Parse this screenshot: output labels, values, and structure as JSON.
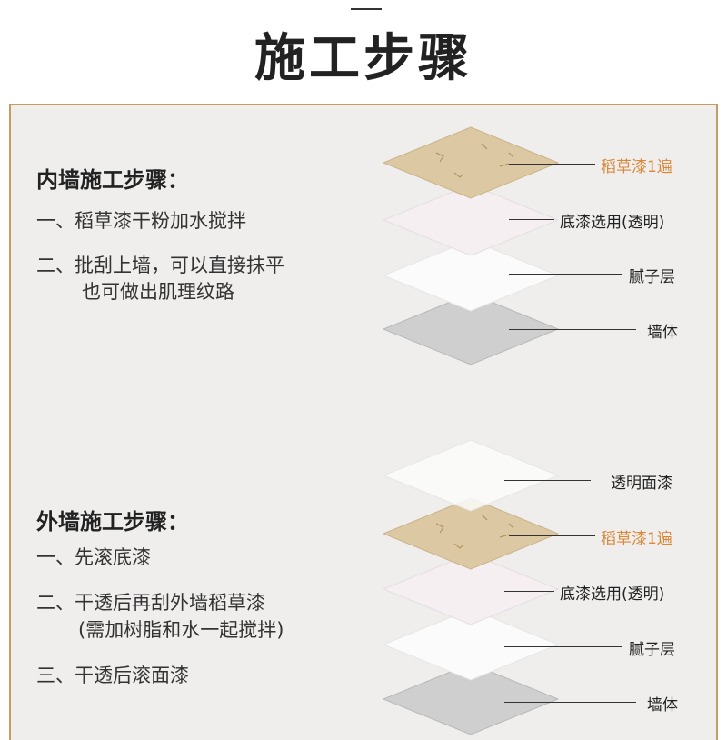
{
  "page": {
    "title": "施工步骤"
  },
  "interior": {
    "heading": "内墙施工步骤：",
    "steps": [
      "一、稻草漆干粉加水搅拌",
      "二、批刮上墙，可以直接抹平",
      "也可做出肌理纹路"
    ],
    "layers": [
      {
        "label": "稻草漆1遍",
        "material": "straw-texture",
        "color": "#dcc9a3",
        "accent": true
      },
      {
        "label": "底漆选用(透明)",
        "material": "primer",
        "color": "#f5eff2",
        "accent": false
      },
      {
        "label": "腻子层",
        "material": "putty",
        "color": "#fbfbfb",
        "accent": false
      },
      {
        "label": "墙体",
        "material": "wall",
        "color": "#cfcfcf",
        "accent": false
      }
    ]
  },
  "exterior": {
    "heading": "外墙施工步骤：",
    "steps": [
      "一、先滚底漆",
      "二、干透后再刮外墙稻草漆",
      "(需加树脂和水一起搅拌)",
      "三、干透后滚面漆"
    ],
    "layers": [
      {
        "label": "透明面漆",
        "material": "clear-topcoat",
        "color": "#fbfbfb",
        "accent": false
      },
      {
        "label": "稻草漆1遍",
        "material": "straw-texture",
        "color": "#dcc9a3",
        "accent": true
      },
      {
        "label": "底漆选用(透明)",
        "material": "primer",
        "color": "#f5eff2",
        "accent": false
      },
      {
        "label": "腻子层",
        "material": "putty",
        "color": "#fbfbfb",
        "accent": false
      },
      {
        "label": "墙体",
        "material": "wall",
        "color": "#cfcfcf",
        "accent": false
      }
    ]
  },
  "colors": {
    "frame_border": "#c59c62",
    "panel_bg": "#efeeec",
    "accent_text": "#d9883a"
  }
}
